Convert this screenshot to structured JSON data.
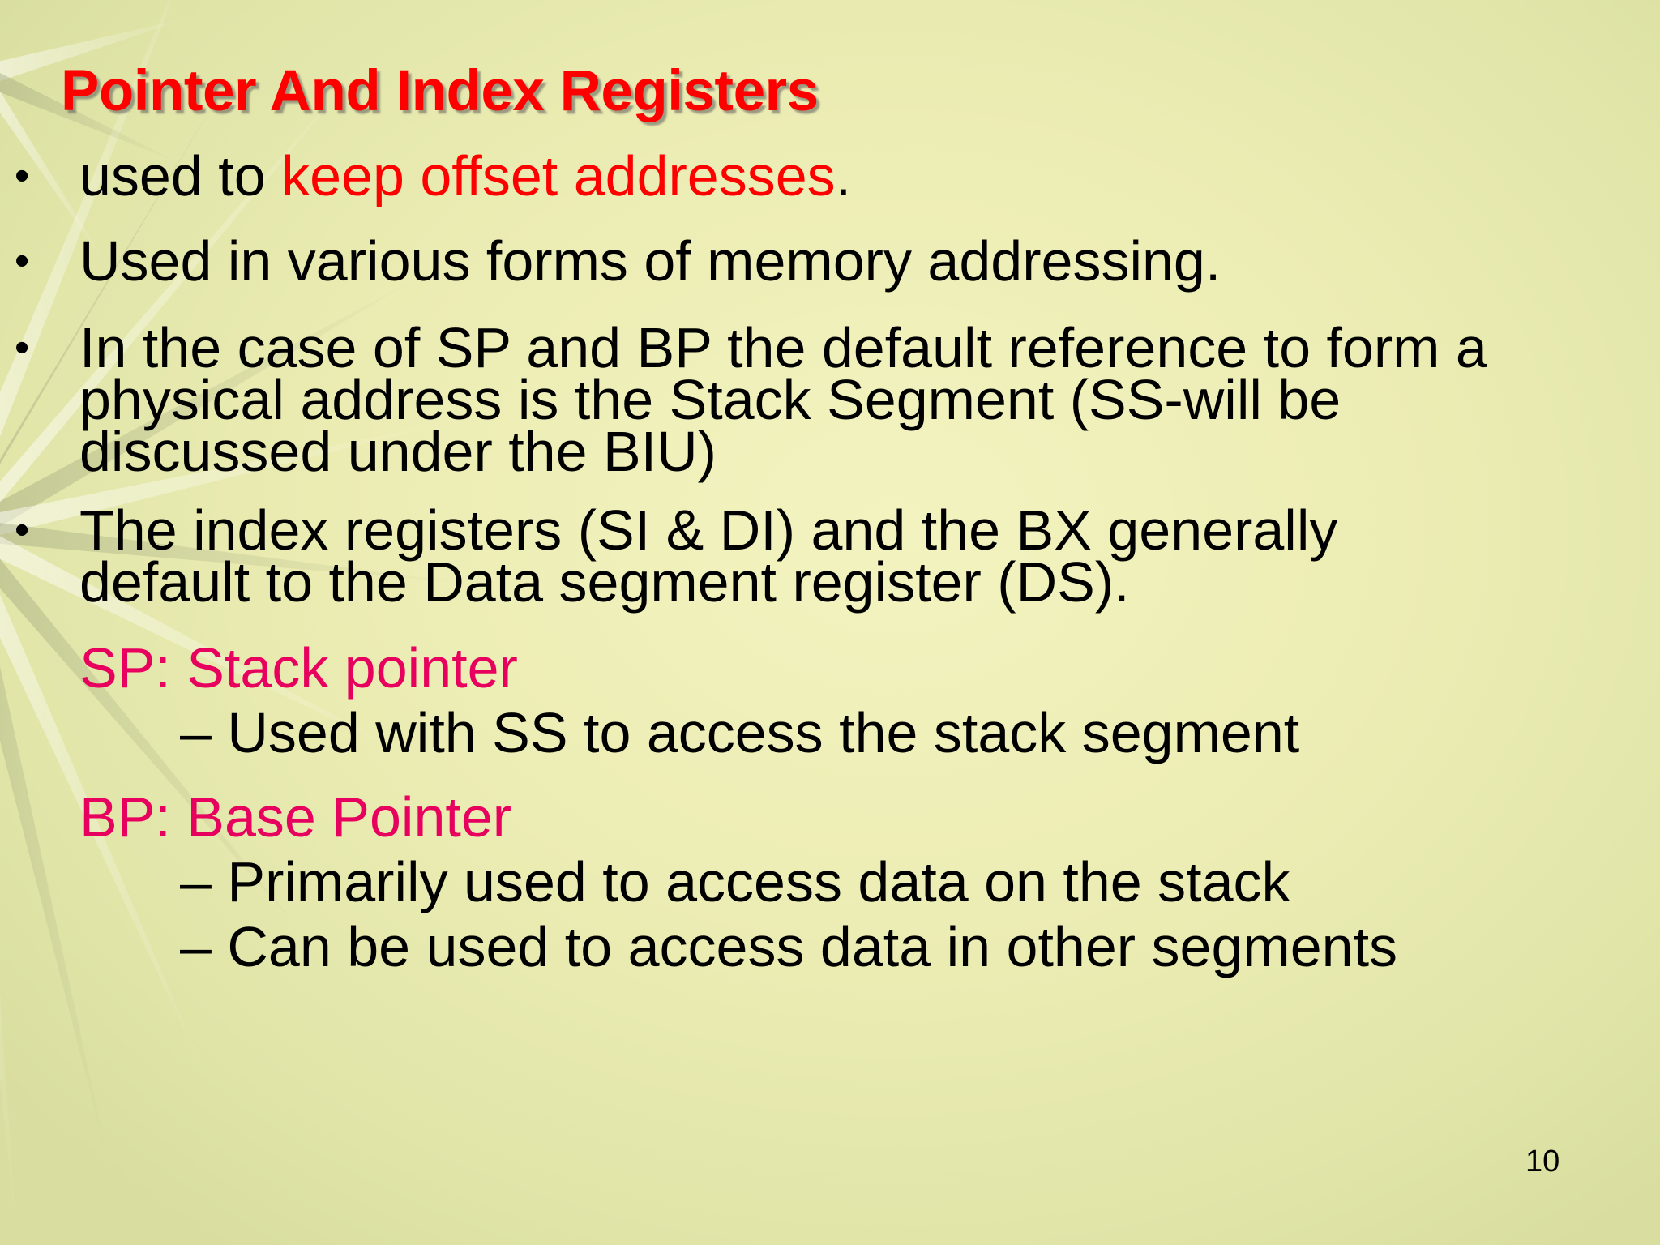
{
  "slide": {
    "title": "Pointer And Index Registers",
    "bullets": [
      {
        "prefix": "used to ",
        "highlight": "keep offset addresses",
        "suffix": "."
      },
      {
        "text": "Used in various forms of memory addressing."
      },
      {
        "lines": [
          "In the case of SP and BP the default reference to form a",
          "physical address is the Stack Segment (SS-will be",
          "discussed under the BIU)"
        ]
      },
      {
        "lines": [
          "The index registers (SI & DI) and the BX generally",
          "default to the Data segment register (DS)."
        ]
      }
    ],
    "bullet_glyph": "•",
    "registers": [
      {
        "heading": "SP: Stack pointer",
        "items": [
          "– Used with SS to access the stack segment"
        ]
      },
      {
        "heading": "BP: Base Pointer",
        "items": [
          "– Primarily used to access data on the stack",
          "– Can be used to access data in other segments"
        ]
      }
    ],
    "page_number": "10"
  },
  "colors": {
    "title": "#ff0000",
    "highlight": "#ff0000",
    "register_heading": "#e8005e",
    "body_text": "#000000",
    "background": "#ecedb4"
  }
}
